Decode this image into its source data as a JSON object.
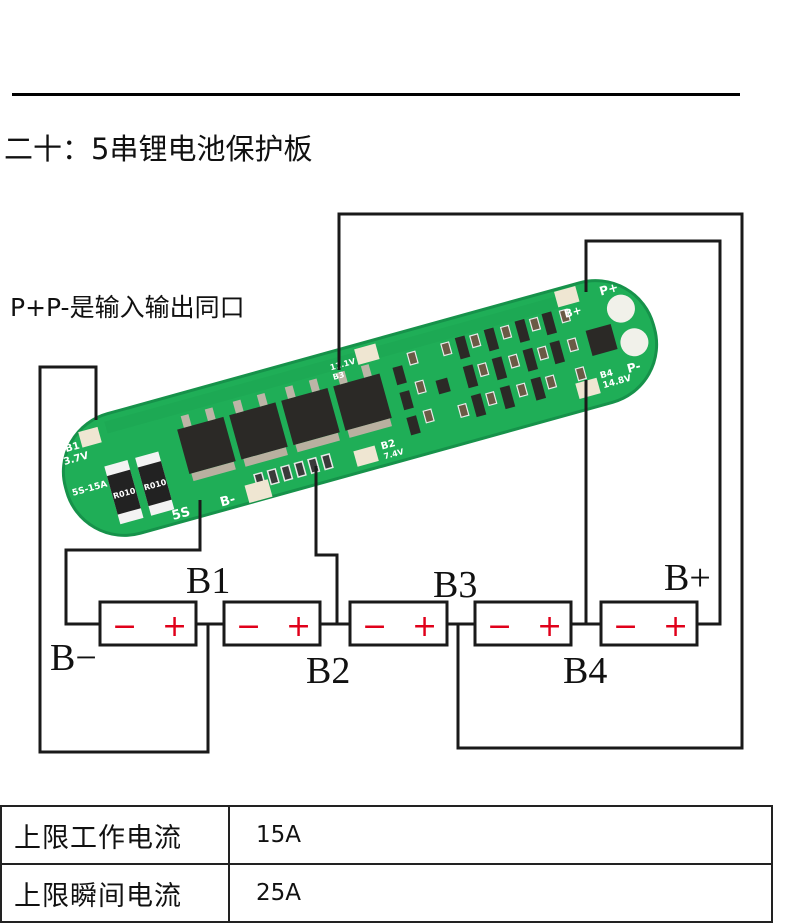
{
  "section": {
    "title": "二十：5串锂电池保护板",
    "port_note": "P+P-是输入输出同口"
  },
  "pcb": {
    "silkscreen": {
      "b1": "B1",
      "b1_voltage": "3.7V",
      "model": "5S-15A",
      "series": "5S",
      "b_minus": "B-",
      "b2": "B2",
      "b2_voltage": "7.4V",
      "b3": "B3",
      "b3_voltage": "11.1V",
      "b_plus": "B+",
      "b4": "B4",
      "b4_voltage": "14.8V",
      "p_plus": "P+",
      "p_minus": "P-",
      "shunt_marking": "R010"
    },
    "colors": {
      "board": "#1fae57",
      "board_edge": "#16924a",
      "silk": "#ffffff",
      "pad": "#efe6d2",
      "chip": "#2b2926"
    }
  },
  "wiring": {
    "labels": {
      "b_minus": "B−",
      "b1": "B1",
      "b2": "B2",
      "b3": "B3",
      "b4": "B4",
      "b_plus": "B+"
    },
    "cells": [
      {
        "neg": "−",
        "pos": "+"
      },
      {
        "neg": "−",
        "pos": "+"
      },
      {
        "neg": "−",
        "pos": "+"
      },
      {
        "neg": "−",
        "pos": "+"
      },
      {
        "neg": "−",
        "pos": "+"
      }
    ],
    "colors": {
      "wire": "#1a1a1a",
      "polarity": "#e0001a"
    }
  },
  "specs": [
    {
      "label": "上限工作电流",
      "value": "15A"
    },
    {
      "label": "上限瞬间电流",
      "value": "25A"
    }
  ]
}
